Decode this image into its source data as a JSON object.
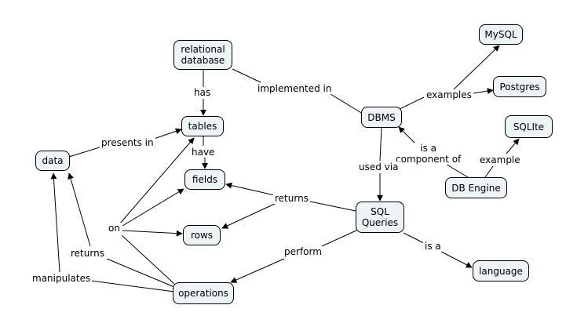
{
  "nodes": {
    "relational_database": "relational\ndatabase",
    "mysql": "MySQL",
    "postgres": "Postgres",
    "tables": "tables",
    "dbms": "DBMS",
    "sqlite": "SQLIte",
    "data": "data",
    "fields": "fields",
    "db_engine": "DB Engine",
    "sql_queries": "SQL\nQueries",
    "rows": "rows",
    "language": "language",
    "operations": "operations"
  },
  "links": {
    "has": "has",
    "implemented_in": "implemented in",
    "examples": "examples",
    "presents_in": "presents in",
    "have": "have",
    "is_a_component_of": "is a\ncomponent of",
    "example": "example",
    "used_via": "used via",
    "returns_top": "returns",
    "on": "on",
    "returns_left": "returns",
    "perform": "perform",
    "is_a": "is a",
    "manipulates": "manipulates"
  },
  "colors": {
    "node_fill": "#eef3f6",
    "line": "#000000"
  }
}
